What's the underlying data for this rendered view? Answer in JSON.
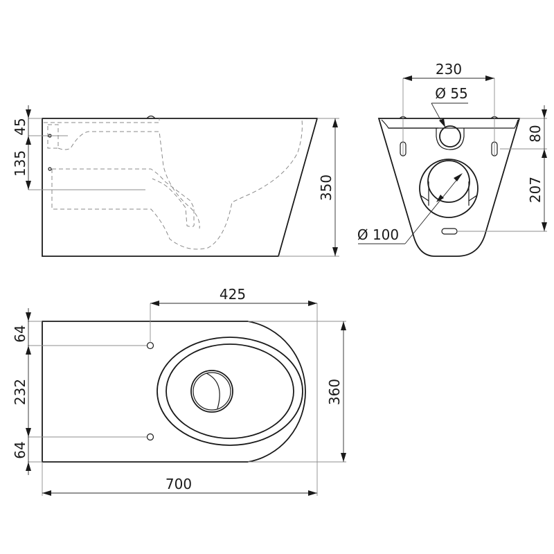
{
  "drawing": {
    "subject": "wall-hung toilet dimension drawing",
    "units": "mm",
    "colors": {
      "line": "#1a1a1a",
      "hidden_line": "#8a8a8a",
      "extension_line": "#8c8c8c",
      "background": "#ffffff"
    },
    "side_view": {
      "dimensions": {
        "upper_fixing": "45",
        "lower_fixing": "135",
        "height": "350"
      }
    },
    "rear_view": {
      "dimensions": {
        "fixing_spacing": "230",
        "water_inlet_diameter": "Ø 55",
        "outlet_diameter": "Ø 100",
        "inlet_height": "80",
        "outlet_to_slot": "207"
      }
    },
    "top_view": {
      "dimensions": {
        "hole_to_front": "425",
        "width": "360",
        "edge_to_hole_top": "64",
        "hole_spacing": "232",
        "edge_to_hole_bottom": "64",
        "length": "700"
      }
    }
  }
}
